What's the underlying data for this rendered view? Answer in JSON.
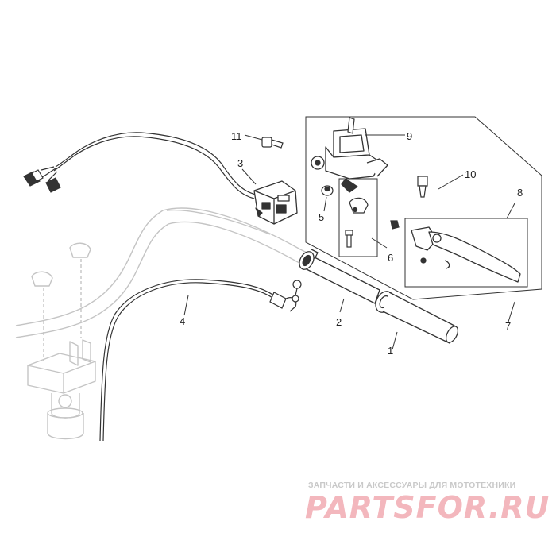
{
  "callouts": {
    "c1": "1",
    "c2": "2",
    "c3": "3",
    "c4": "4",
    "c5": "5",
    "c6": "6",
    "c7": "7",
    "c8": "8",
    "c9": "9",
    "c10": "10",
    "c11": "11"
  },
  "watermark": {
    "tagline": "ЗАПЧАСТИ И АКСЕССУАРЫ ДЛЯ МОТОТЕХНИКИ",
    "brand": "PARTSFOR.RU",
    "tagline_color": "#c9c9c9",
    "brand_color": "#f3b7bd"
  },
  "colors": {
    "line": "#333333",
    "ghost": "#c4c4c4",
    "fill": "#ffffff"
  }
}
